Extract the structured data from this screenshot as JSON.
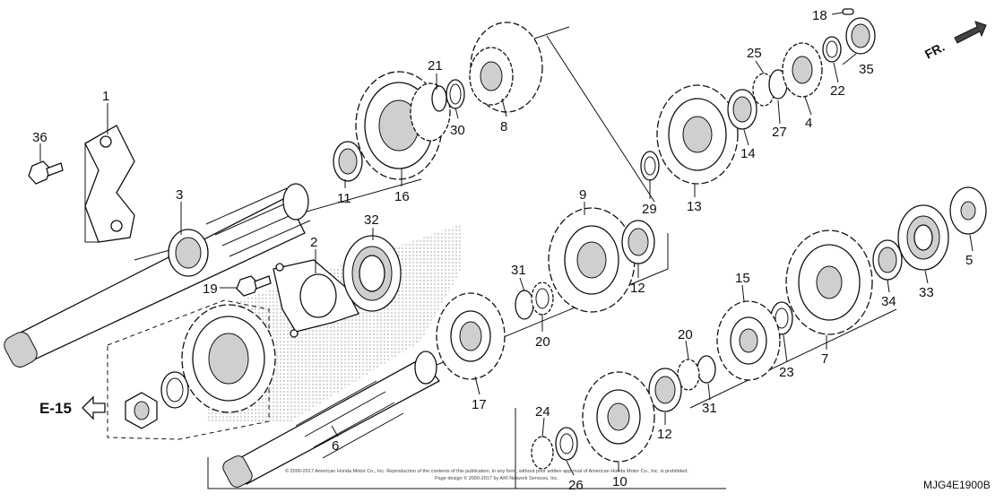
{
  "diagram": {
    "diagram_code": "MJG4E1900B",
    "direction_label": "FR.",
    "reference_label": "E-15",
    "copyright_lines": [
      "© 2000-2017 American Honda Motor Co., Inc. Reproduction of the contents of this publication, in any form, without prior written approval of American Honda Motor Co., Inc. is prohibited.",
      "Page design © 2000-2017 by ARI Network Services, Inc."
    ]
  },
  "callouts": [
    {
      "id": "1",
      "label": "1"
    },
    {
      "id": "2",
      "label": "2"
    },
    {
      "id": "3",
      "label": "3"
    },
    {
      "id": "4",
      "label": "4"
    },
    {
      "id": "5",
      "label": "5"
    },
    {
      "id": "6",
      "label": "6"
    },
    {
      "id": "7",
      "label": "7"
    },
    {
      "id": "8",
      "label": "8"
    },
    {
      "id": "9",
      "label": "9"
    },
    {
      "id": "10",
      "label": "10"
    },
    {
      "id": "11",
      "label": "11"
    },
    {
      "id": "12a",
      "label": "12"
    },
    {
      "id": "12b",
      "label": "12"
    },
    {
      "id": "13",
      "label": "13"
    },
    {
      "id": "14",
      "label": "14"
    },
    {
      "id": "15",
      "label": "15"
    },
    {
      "id": "16",
      "label": "16"
    },
    {
      "id": "17",
      "label": "17"
    },
    {
      "id": "18",
      "label": "18"
    },
    {
      "id": "19",
      "label": "19"
    },
    {
      "id": "20a",
      "label": "20"
    },
    {
      "id": "20b",
      "label": "20"
    },
    {
      "id": "21",
      "label": "21"
    },
    {
      "id": "22",
      "label": "22"
    },
    {
      "id": "23",
      "label": "23"
    },
    {
      "id": "24",
      "label": "24"
    },
    {
      "id": "25",
      "label": "25"
    },
    {
      "id": "26",
      "label": "26"
    },
    {
      "id": "27",
      "label": "27"
    },
    {
      "id": "29",
      "label": "29"
    },
    {
      "id": "30",
      "label": "30"
    },
    {
      "id": "31a",
      "label": "31"
    },
    {
      "id": "31b",
      "label": "31"
    },
    {
      "id": "32",
      "label": "32"
    },
    {
      "id": "33",
      "label": "33"
    },
    {
      "id": "34",
      "label": "34"
    },
    {
      "id": "35",
      "label": "35"
    },
    {
      "id": "36",
      "label": "36"
    }
  ]
}
